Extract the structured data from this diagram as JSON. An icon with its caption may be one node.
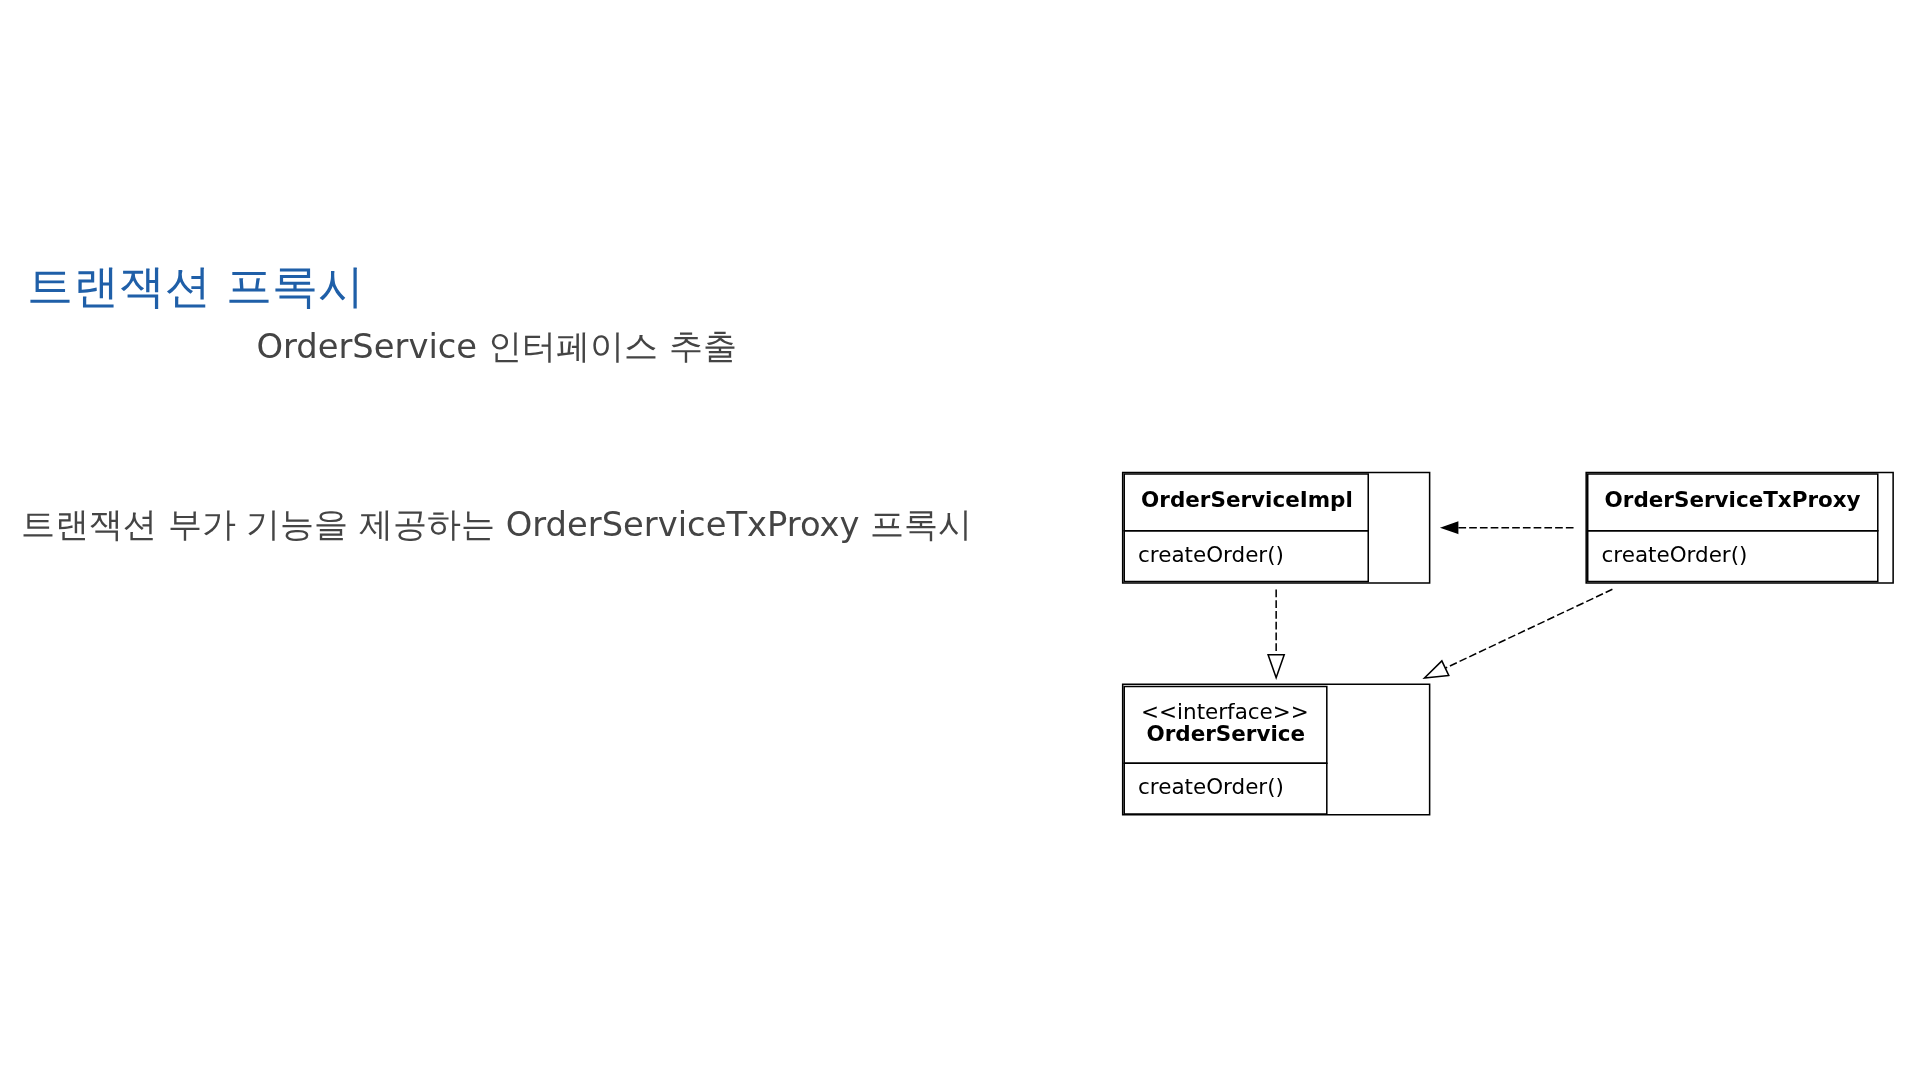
{
  "diagram": {
    "title": "트랜잭션 프록시",
    "nodes": [
      {
        "text": [
          "<<interface>>",
          "OrderService",
          "createOrder()"
        ]
      },
      {
        "text": [
          "OrderServiceImpl",
          "createOrder()"
        ]
      },
      {
        "text": [
          "OrderServiceTxProxy",
          "createOrder()"
        ]
      }
    ],
    "edges": [
      {
        "from": 1,
        "to": 0,
        "arrow": "to",
        "style": "dashed"
      },
      {
        "from": 2,
        "to": 0,
        "arrow": "to",
        "style": "dashed"
      },
      {
        "from": 2,
        "to": 1,
        "arrow": "to",
        "style": "dashed"
      }
    ],
    "labels": [
      "OrderService 인터페이스 추출",
      "트랜잭션 부가 기능을 제공하는 OrderServiceTxProxy 프록시"
    ]
  }
}
